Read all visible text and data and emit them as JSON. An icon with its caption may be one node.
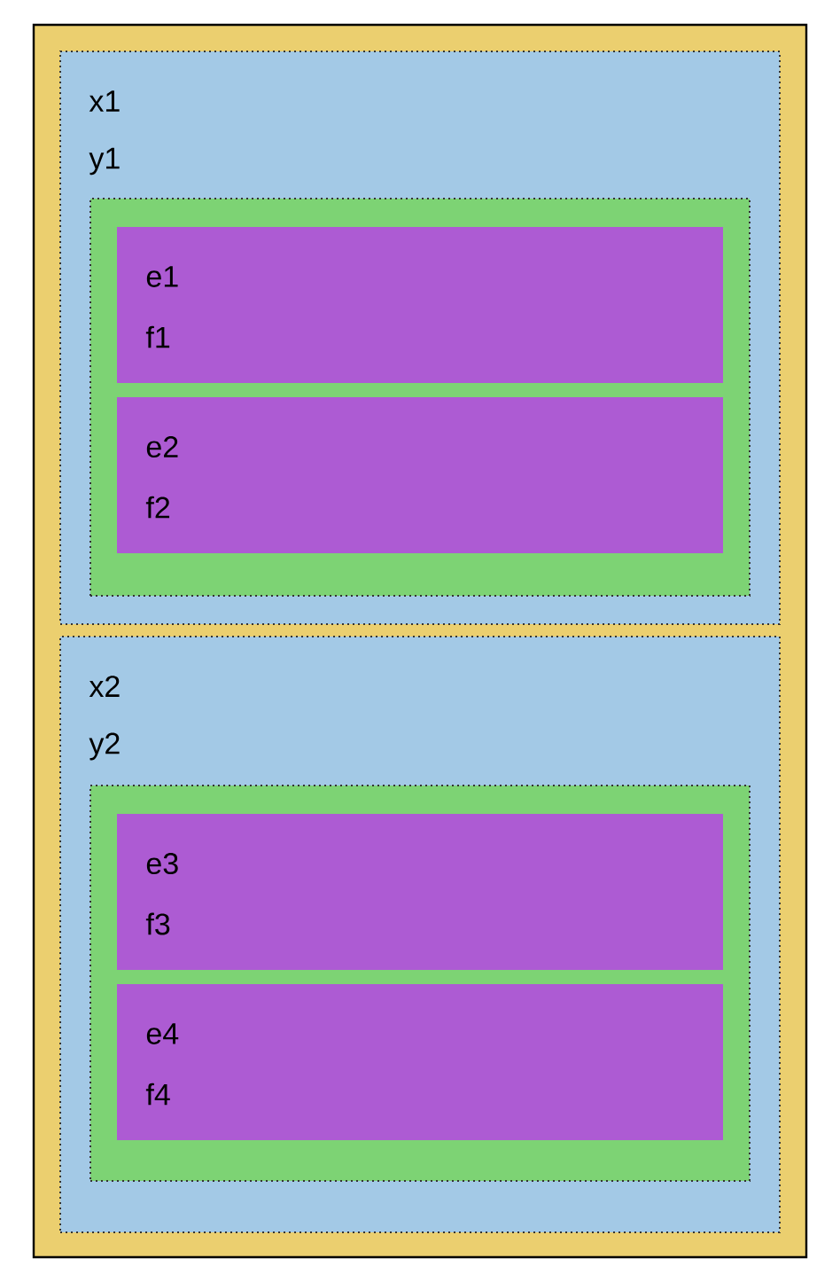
{
  "diagram": {
    "nodes": [
      {
        "text": [],
        "shape": "box"
      },
      {
        "text": [
          "x1",
          "y1"
        ],
        "in": 0
      },
      {
        "text": [],
        "shape": "box",
        "in": 1
      },
      {
        "text": [
          "e1",
          "f1"
        ],
        "in": 2
      },
      {
        "text": [
          "e2",
          "f2"
        ],
        "in": 2
      },
      {
        "text": [
          "x2",
          "y2"
        ],
        "in": 0
      },
      {
        "text": [],
        "shape": "box",
        "in": 5
      },
      {
        "text": [
          "e3",
          "f3"
        ],
        "in": 6
      },
      {
        "text": [
          "e4",
          "f4"
        ],
        "in": 6
      }
    ]
  }
}
